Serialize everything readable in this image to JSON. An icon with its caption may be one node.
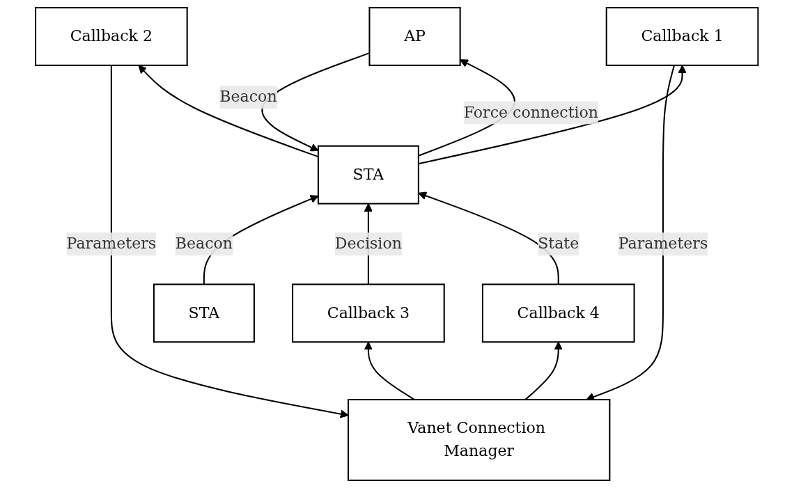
{
  "diagram": {
    "nodes": [
      {
        "text": [
          "Vanet Connection Manager"
        ]
      },
      {
        "text": [
          "Callback 4"
        ]
      },
      {
        "text": [
          "Callback 3"
        ]
      },
      {
        "text": [
          "Callback 2"
        ]
      },
      {
        "text": [
          "Callback 1"
        ]
      },
      {
        "text": [
          "STA"
        ]
      },
      {
        "text": [
          "AP"
        ]
      },
      {
        "text": [
          "STA"
        ]
      }
    ],
    "edges": [
      {
        "from": 7,
        "to": 3,
        "arrow": "to"
      },
      {
        "from": 3,
        "to": 0,
        "arrow": "to",
        "label": "Parameters"
      },
      {
        "from": 0,
        "to": 1,
        "arrow": "to"
      },
      {
        "from": 1,
        "to": 7,
        "arrow": "to",
        "label": "State"
      },
      {
        "from": 7,
        "to": 4,
        "arrow": "to"
      },
      {
        "from": 4,
        "to": 0,
        "arrow": "to",
        "label": "Parameters"
      },
      {
        "from": 0,
        "to": 2,
        "arrow": "to"
      },
      {
        "from": 2,
        "to": 7,
        "arrow": "to",
        "label": "Decision"
      },
      {
        "from": 5,
        "to": 7,
        "arrow": "to",
        "label": "Beacon"
      },
      {
        "from": 6,
        "to": 7,
        "arrow": "to",
        "label": "Beacon"
      },
      {
        "from": 7,
        "to": 6,
        "arrow": "to",
        "label": "Force connection"
      }
    ]
  }
}
